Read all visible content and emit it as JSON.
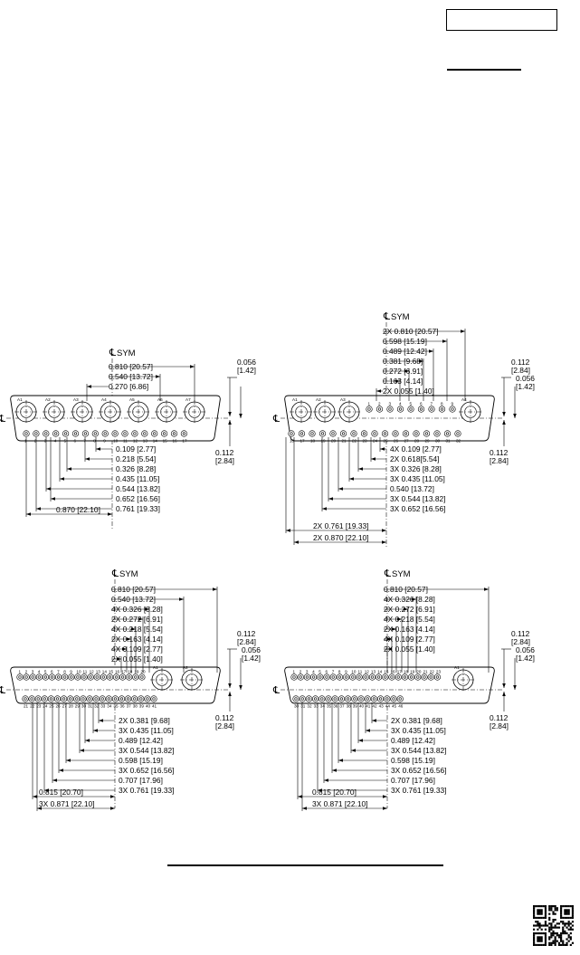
{
  "symbols": {
    "sym_label": "SYM",
    "centerline": "℄"
  },
  "layouts": [
    {
      "id": "p1",
      "sym_dims": [
        "0.810 [20.57]",
        "0.540 [13.72]",
        "0.270 [6.86]"
      ],
      "right_top_dims": [
        "0.056",
        "[1.42]"
      ],
      "right_bottom_dims": [
        "0.112",
        "[2.84]"
      ],
      "bottom_dims": [
        "0.109 [2.77]",
        "0.218 [5.54]",
        "0.326 [8.28]",
        "0.435 [11.05]",
        "0.544 [13.82]",
        "0.652 [16.56]",
        "0.761 [19.33]"
      ],
      "extra_dims": [
        "0.870 [22.10]"
      ],
      "big_pins": [
        "A1",
        "A2",
        "A3",
        "A4",
        "A5",
        "A6",
        "A7"
      ],
      "top_pins": [],
      "bottom_pins": [
        "1",
        "2",
        "3",
        "4",
        "5",
        "6",
        "7",
        "8",
        "9",
        "10",
        "11",
        "12",
        "13",
        "14",
        "15",
        "16",
        "17"
      ]
    },
    {
      "id": "p2",
      "sym_dims": [
        "2X 0.810 [20.57]",
        "0.598 [15.19]",
        "0.489 [12.42]",
        "0.381 [9.68]",
        "0.272 [6.91]",
        "0.163 [4.14]",
        "2X 0.055 [1.40]"
      ],
      "right_top_dims": [
        "0.112",
        "[2.84]",
        "0.056",
        "[1.42]"
      ],
      "right_bottom_dims": [
        "0.112",
        "[2.84]"
      ],
      "bottom_dims": [
        "4X 0.109 [2.77]",
        "2X 0.618[5.54]",
        "3X 0.326 [8.28]",
        "3X 0.435 [11.05]",
        "0.540 [13.72]",
        "3X 0.544 [13.82]",
        "3X 0.652 [16.56]"
      ],
      "extra_dims": [
        "2X 0.761 [19.33]",
        "2X 0.870 [22.10]"
      ],
      "big_pins": [
        "A1",
        "A2",
        "A3",
        "A4"
      ],
      "top_pins": [
        "1",
        "2",
        "3",
        "4",
        "5",
        "6",
        "7",
        "8",
        "9"
      ],
      "bottom_pins": [
        "10",
        "17",
        "18",
        "19",
        "20",
        "21",
        "22",
        "23",
        "24",
        "25",
        "26",
        "27",
        "28",
        "29",
        "30",
        "31",
        "32"
      ]
    },
    {
      "id": "p3",
      "sym_dims": [
        "0.810 [20.57]",
        "0.540 [13.72]",
        "4X 0.326 [8.28]",
        "2X 0.272 [6.91]",
        "4X 0.218 [5.54]",
        "2X 0.163 [4.14]",
        "4X 0.109 [2.77]",
        "2X 0.055 [1.40]"
      ],
      "right_top_dims": [
        "0.112",
        "[2.84]",
        "0.056",
        "[1.42]"
      ],
      "right_bottom_dims": [
        "0.112",
        "[2.84]"
      ],
      "bottom_dims": [
        "2X 0.381 [9.68]",
        "3X 0.435 [11.05]",
        "0.489 [12.42]",
        "3X 0.544 [13.82]",
        "0.598 [15.19]",
        "3X 0.652 [16.56]",
        "0.707 [17.96]",
        "3X 0.761 [19.33]"
      ],
      "extra_dims": [
        "0.815 [20.70]",
        "3X 0.871 [22.10]"
      ],
      "big_pins": [
        "A1",
        "A2"
      ],
      "top_pins": [
        "1",
        "2",
        "3",
        "4",
        "5",
        "6",
        "7",
        "8",
        "9",
        "10",
        "11",
        "12",
        "13",
        "14",
        "15",
        "16",
        "17",
        "18",
        "19",
        "20"
      ],
      "bottom_pins": [
        "21",
        "22",
        "23",
        "24",
        "25",
        "26",
        "27",
        "28",
        "29",
        "30",
        "31",
        "32",
        "33",
        "34",
        "35",
        "36",
        "37",
        "38",
        "39",
        "40",
        "41"
      ]
    },
    {
      "id": "p4",
      "sym_dims": [
        "0.810 [20.57]",
        "4X 0.326 [8.28]",
        "2X 0.272 [6.91]",
        "4X 0.218 [5.54]",
        "2X 0.163 [4.14]",
        "4X 0.109 [2.77]",
        "2X 0.055 [1.40]"
      ],
      "right_top_dims": [
        "0.112",
        "[2.84]",
        "0.056",
        "[1.42]"
      ],
      "right_bottom_dims": [
        "0.112",
        "[2.84]"
      ],
      "bottom_dims": [
        "2X 0.381 [9.68]",
        "3X 0.435 [11.05]",
        "0.489 [12.42]",
        "3X 0.544 [13.82]",
        "0.598 [15.19]",
        "3X 0.652 [16.56]",
        "0.707 [17.96]",
        "3X 0.761 [19.33]"
      ],
      "extra_dims": [
        "0.815 [20.70]",
        "3X 0.871 [22.10]"
      ],
      "big_pins": [
        "A1"
      ],
      "top_pins": [
        "1",
        "2",
        "3",
        "4",
        "5",
        "6",
        "7",
        "8",
        "9",
        "10",
        "11",
        "12",
        "13",
        "14",
        "15",
        "16",
        "17",
        "18",
        "19",
        "20",
        "21",
        "22",
        "23"
      ],
      "bottom_pins": [
        "30",
        "31",
        "32",
        "33",
        "34",
        "35",
        "36",
        "37",
        "38",
        "39",
        "40",
        "41",
        "42",
        "43",
        "44",
        "45",
        "46"
      ]
    }
  ]
}
